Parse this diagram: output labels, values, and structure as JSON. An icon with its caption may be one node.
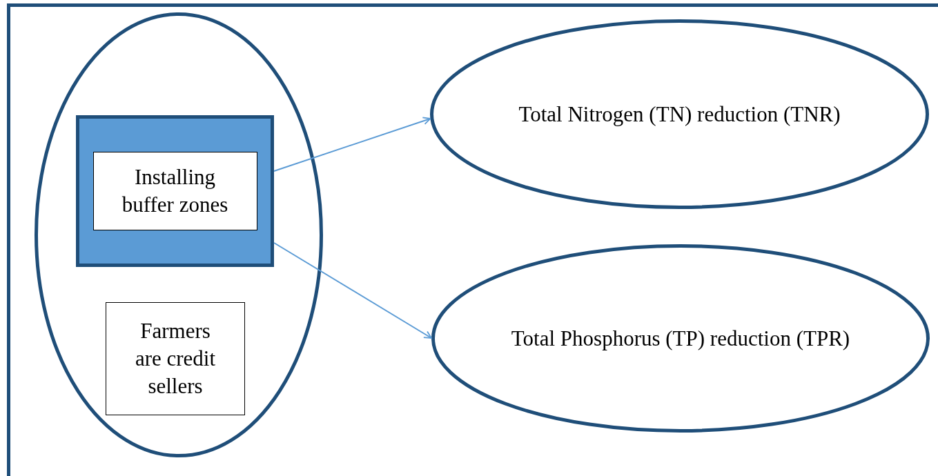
{
  "diagram": {
    "nodes": [
      {
        "text": [],
        "shape": "ellipse"
      },
      {
        "text": [
          "Installing buffer zones"
        ],
        "in": 0
      },
      {
        "text": [
          "Farmers are credit sellers"
        ],
        "in": 0
      },
      {
        "text": [
          "Total Nitrogen (TN) reduction (TNR)"
        ]
      },
      {
        "text": [
          "Total Phosphorus (TP) reduction (TPR)"
        ]
      }
    ],
    "edges": [
      {
        "from": 1,
        "to": 3,
        "arrow": "to",
        "color": "#5b9bd5"
      },
      {
        "from": 1,
        "to": 4,
        "arrow": "to",
        "color": "#5b9bd5"
      }
    ]
  }
}
